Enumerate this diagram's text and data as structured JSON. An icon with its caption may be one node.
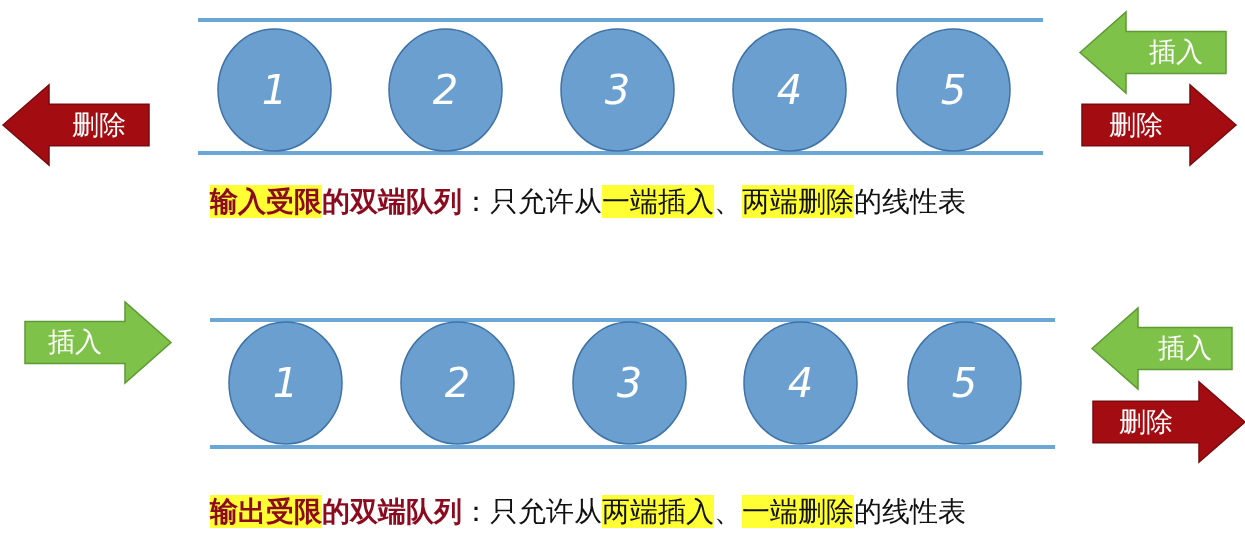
{
  "diagram": {
    "nodes": [
      {
        "text": [
          "删除"
        ]
      },
      {
        "text": [
          "1"
        ]
      },
      {
        "text": [
          "2"
        ]
      },
      {
        "text": [
          "3"
        ]
      },
      {
        "text": [
          "4"
        ]
      },
      {
        "text": [
          "5"
        ]
      },
      {
        "text": [
          "插入"
        ]
      },
      {
        "text": [
          "删除"
        ]
      },
      {
        "text": [
          "插入"
        ]
      },
      {
        "text": [
          "1"
        ]
      },
      {
        "text": [
          "2"
        ]
      },
      {
        "text": [
          "3"
        ]
      },
      {
        "text": [
          "4"
        ]
      },
      {
        "text": [
          "5"
        ]
      },
      {
        "text": [
          "插入"
        ]
      },
      {
        "text": [
          "删除"
        ]
      }
    ],
    "edges": [],
    "labels": [
      "**输入受限****的双端队列**：只允许从**一端插入**、**两端删除**的线性表",
      "**输出受限****的双端队列**：只允许从**两端插入**、**一端删除**的线性表"
    ]
  }
}
